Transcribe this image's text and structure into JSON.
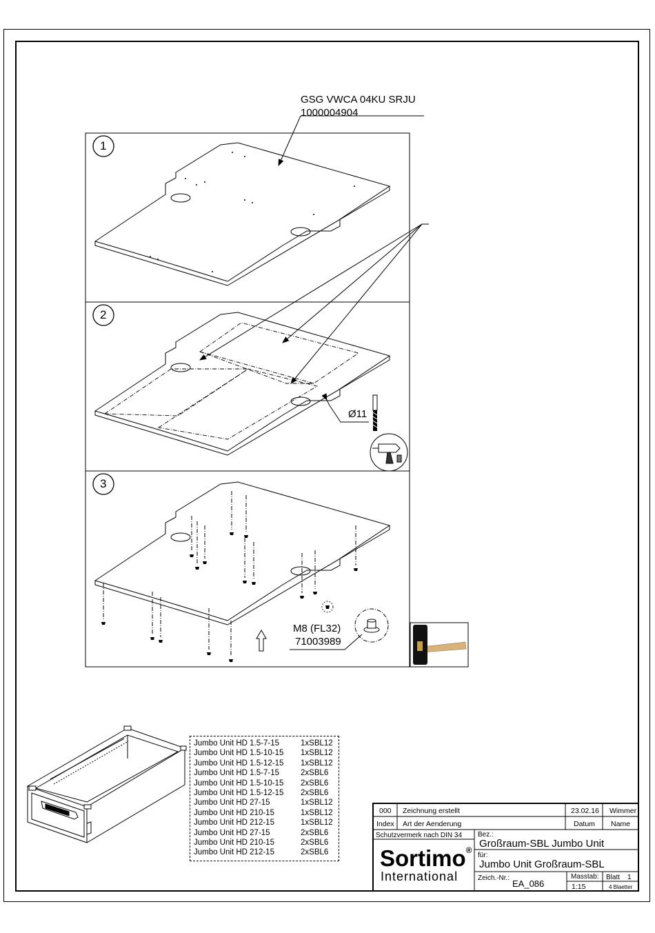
{
  "part": {
    "name": "GSG VWCA 04KU SRJU",
    "number": "1000004904"
  },
  "steps": {
    "step1": "1",
    "step2": "2",
    "step3": "3"
  },
  "drill": {
    "diameter": "Ø11"
  },
  "fastener": {
    "name": "M8 (FL32)",
    "number": "71003989"
  },
  "variants": [
    {
      "name": "Jumbo Unit HD 1.5-7-15",
      "rail": "1xSBL12"
    },
    {
      "name": "Jumbo Unit HD 1.5-10-15",
      "rail": "1xSBL12"
    },
    {
      "name": "Jumbo Unit HD 1.5-12-15",
      "rail": "1xSBL12"
    },
    {
      "name": "Jumbo Unit HD 1.5-7-15",
      "rail": "2xSBL6"
    },
    {
      "name": "Jumbo Unit HD 1.5-10-15",
      "rail": "2xSBL6"
    },
    {
      "name": "Jumbo Unit HD 1.5-12-15",
      "rail": "2xSBL6"
    },
    {
      "name": "Jumbo Unit HD 27-15",
      "rail": "1xSBL12"
    },
    {
      "name": "Jumbo Unit HD 210-15",
      "rail": "1xSBL12"
    },
    {
      "name": "Jumbo Unit HD 212-15",
      "rail": "1xSBL12"
    },
    {
      "name": "Jumbo Unit HD 27-15",
      "rail": "2xSBL6"
    },
    {
      "name": "Jumbo Unit HD 210-15",
      "rail": "2xSBL6"
    },
    {
      "name": "Jumbo Unit HD 212-15",
      "rail": "2xSBL6"
    }
  ],
  "title_block": {
    "rev_index": "000",
    "rev_text": "Zeichnung erstellt",
    "rev_date": "23.02.16",
    "rev_name": "Wimmer",
    "hdr_index": "Index",
    "hdr_change": "Art der Aenderung",
    "hdr_date": "Datum",
    "hdr_name": "Name",
    "protection": "Schutzvermerk nach DIN 34",
    "bez_label": "Bez.:",
    "bez_value": "Großraum-SBL Jumbo Unit",
    "fuer_label": "für:",
    "fuer_value": "Jumbo Unit Großraum-SBL",
    "drawing_no_label": "Zeich.-Nr.:",
    "drawing_no": "EA_086",
    "scale_label": "Masstab:",
    "scale": "1:15",
    "sheet_label": "Blatt",
    "sheet": "1",
    "sheets_total": "4 Blaetter",
    "logo": "Sortimo",
    "logo_mark": "®",
    "logo_sub": "International"
  }
}
